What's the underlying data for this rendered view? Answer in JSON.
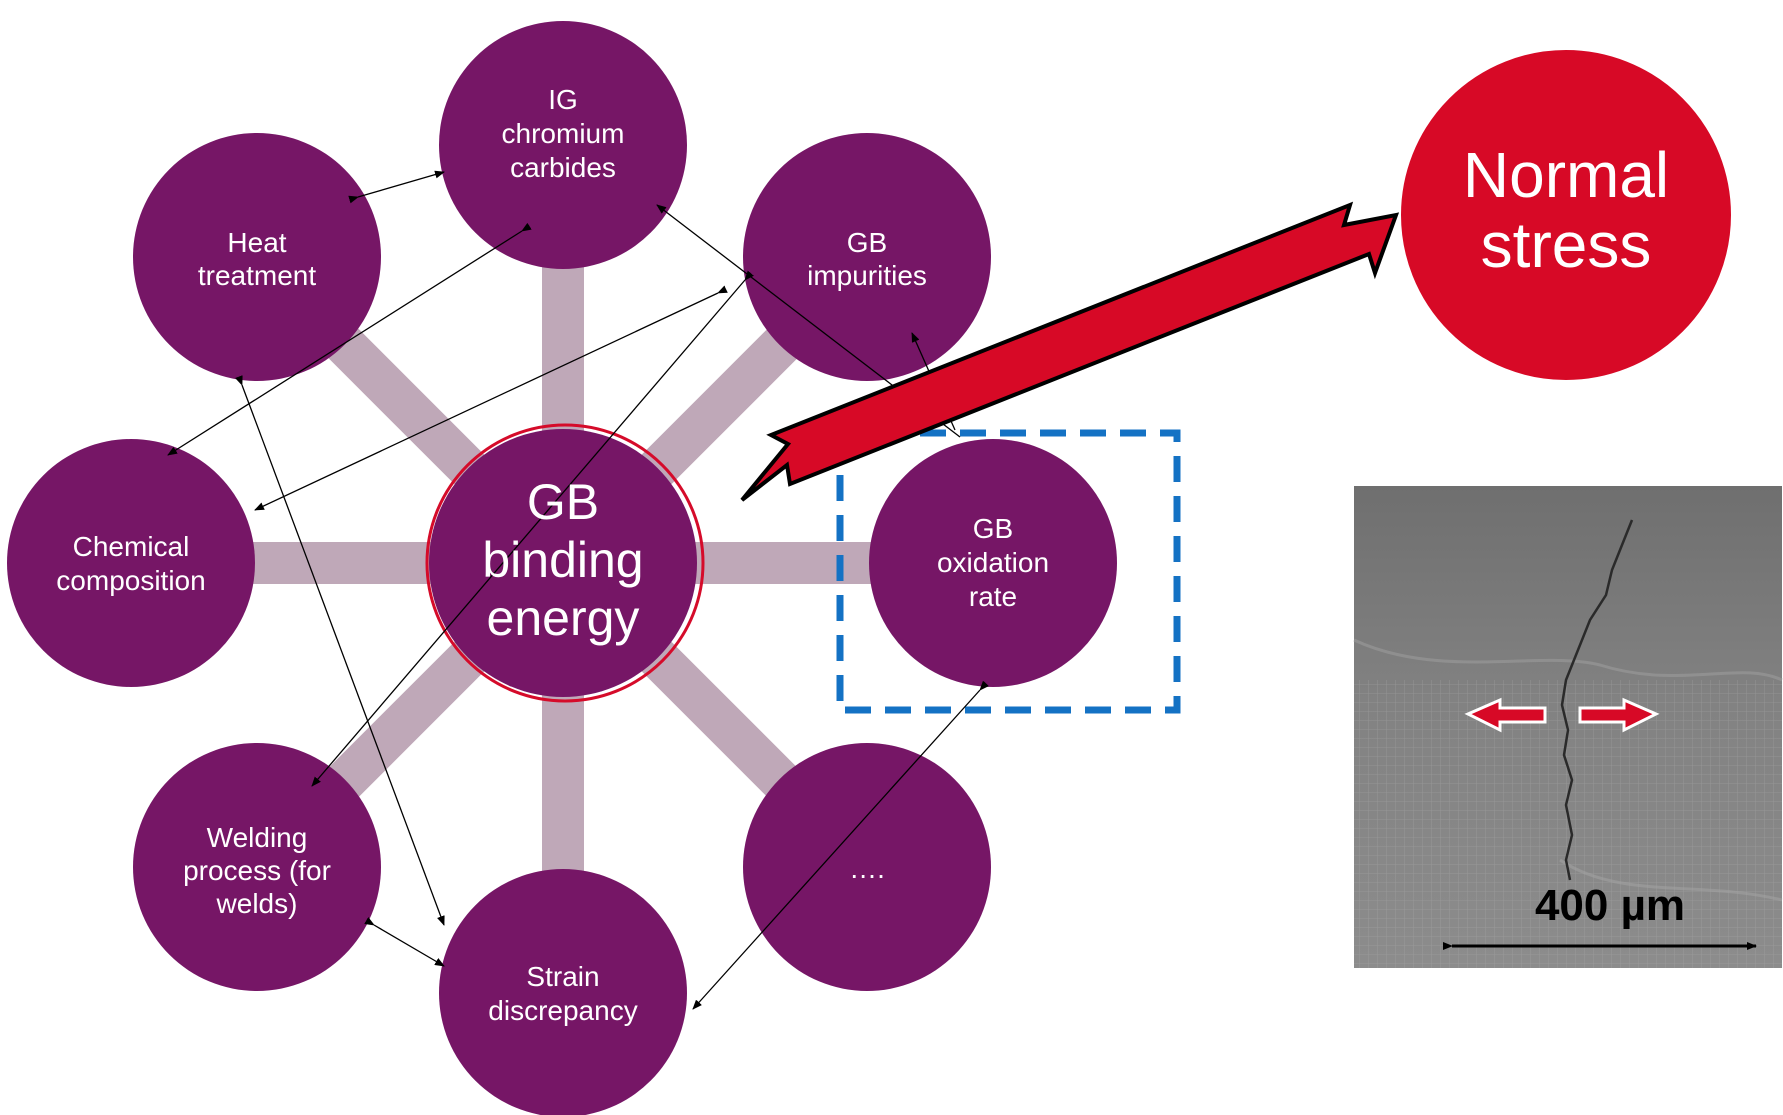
{
  "colors": {
    "node_fill": "#761666",
    "stress_fill": "#d70926",
    "center_ring": "#d50b2a",
    "influence_arrow": "#bfa8b8",
    "highlight_box": "#1472c4",
    "connector": "#000000",
    "micrograph_bg": "#8e8e8e"
  },
  "center_node": {
    "lines": [
      "GB",
      "binding",
      "energy"
    ]
  },
  "nodes": [
    {
      "id": "ig-chromium-carbides",
      "lines": [
        "IG",
        "chromium",
        "carbides"
      ]
    },
    {
      "id": "heat-treatment",
      "lines": [
        "Heat",
        "treatment"
      ]
    },
    {
      "id": "gb-impurities",
      "lines": [
        "GB",
        "impurities"
      ]
    },
    {
      "id": "chemical-composition",
      "lines": [
        "Chemical",
        "composition"
      ]
    },
    {
      "id": "gb-oxidation-rate",
      "lines": [
        "GB",
        "oxidation",
        "rate"
      ]
    },
    {
      "id": "welding-process",
      "lines": [
        "Welding",
        "process (for",
        "welds)"
      ]
    },
    {
      "id": "strain-discrepancy",
      "lines": [
        "Strain",
        "discrepancy"
      ]
    },
    {
      "id": "ellipsis",
      "lines": [
        "…."
      ]
    }
  ],
  "stress_node": {
    "lines": [
      "Normal",
      "stress"
    ]
  },
  "micrograph": {
    "scale_bar_label": "400 µm"
  }
}
